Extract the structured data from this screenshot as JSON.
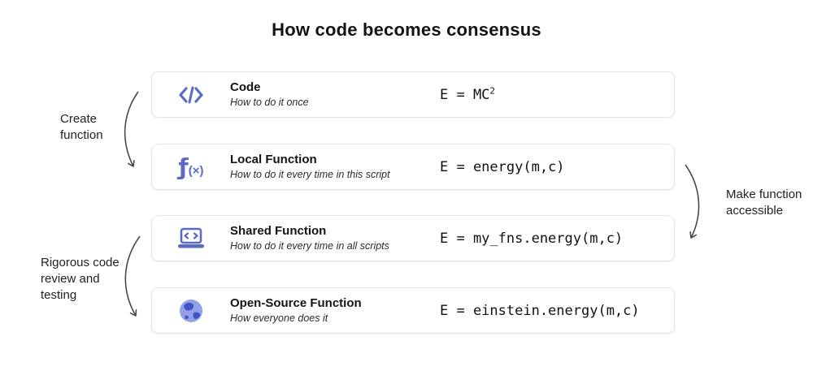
{
  "title": "How code becomes consensus",
  "rows": [
    {
      "icon": "code-icon",
      "title": "Code",
      "subtitle": "How to do it once",
      "formula": "E = MC",
      "formula_sup": "2"
    },
    {
      "icon": "function-icon",
      "title": "Local Function",
      "subtitle": "How to do it every time in this script",
      "formula": "E = energy(m,c)"
    },
    {
      "icon": "laptop-code-icon",
      "title": "Shared Function",
      "subtitle": "How to do it every time in all scripts",
      "formula": "E = my_fns.energy(m,c)"
    },
    {
      "icon": "globe-icon",
      "title": "Open-Source Function",
      "subtitle": "How everyone does it",
      "formula": "E = einstein.energy(m,c)"
    }
  ],
  "annotations": [
    {
      "id": "create-function",
      "label": "Create function"
    },
    {
      "id": "make-function-accessible",
      "label": "Make function accessible"
    },
    {
      "id": "rigorous-review",
      "label": "Rigorous code review and testing"
    }
  ],
  "colors": {
    "accent_blue": "#5b6ac4",
    "globe_light": "#93a0e8",
    "globe_dark": "#4253c4",
    "arrow": "#4a4a4a",
    "card_border": "#e4e4e7"
  }
}
